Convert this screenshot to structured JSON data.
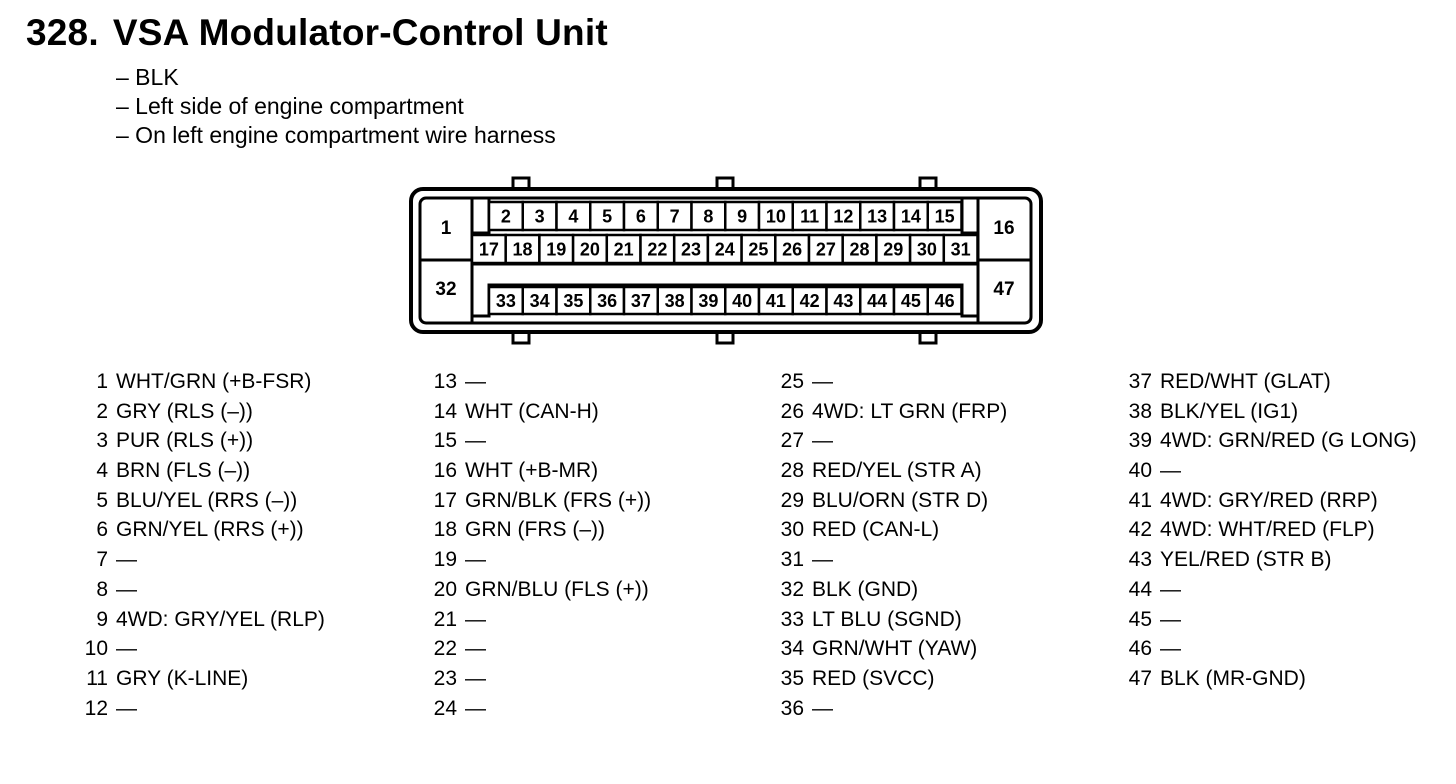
{
  "title": {
    "number": "328.",
    "text": "VSA Modulator-Control Unit"
  },
  "notes": [
    "– BLK",
    "– Left side of engine compartment",
    "– On left engine compartment wire harness"
  ],
  "connector": {
    "corner_pins": [
      "1",
      "16",
      "32",
      "47"
    ],
    "row1": [
      "2",
      "3",
      "4",
      "5",
      "6",
      "7",
      "8",
      "9",
      "10",
      "11",
      "12",
      "13",
      "14",
      "15"
    ],
    "row2": [
      "17",
      "18",
      "19",
      "20",
      "21",
      "22",
      "23",
      "24",
      "25",
      "26",
      "27",
      "28",
      "29",
      "30",
      "31"
    ],
    "row3": [
      "33",
      "34",
      "35",
      "36",
      "37",
      "38",
      "39",
      "40",
      "41",
      "42",
      "43",
      "44",
      "45",
      "46"
    ]
  },
  "pins": [
    [
      {
        "n": "1",
        "d": "WHT/GRN (+B-FSR)"
      },
      {
        "n": "2",
        "d": "GRY (RLS (–))"
      },
      {
        "n": "3",
        "d": "PUR (RLS (+))"
      },
      {
        "n": "4",
        "d": "BRN (FLS (–))"
      },
      {
        "n": "5",
        "d": "BLU/YEL (RRS (–))"
      },
      {
        "n": "6",
        "d": "GRN/YEL (RRS (+))"
      },
      {
        "n": "7",
        "d": "—"
      },
      {
        "n": "8",
        "d": "—"
      },
      {
        "n": "9",
        "d": "4WD: GRY/YEL (RLP)"
      },
      {
        "n": "10",
        "d": "—"
      },
      {
        "n": "11",
        "d": "GRY (K-LINE)"
      },
      {
        "n": "12",
        "d": "—"
      }
    ],
    [
      {
        "n": "13",
        "d": "—"
      },
      {
        "n": "14",
        "d": "WHT (CAN-H)"
      },
      {
        "n": "15",
        "d": "—"
      },
      {
        "n": "16",
        "d": "WHT (+B-MR)"
      },
      {
        "n": "17",
        "d": "GRN/BLK (FRS (+))"
      },
      {
        "n": "18",
        "d": "GRN (FRS (–))"
      },
      {
        "n": "19",
        "d": "—"
      },
      {
        "n": "20",
        "d": "GRN/BLU (FLS (+))"
      },
      {
        "n": "21",
        "d": "—"
      },
      {
        "n": "22",
        "d": "—"
      },
      {
        "n": "23",
        "d": "—"
      },
      {
        "n": "24",
        "d": "—"
      }
    ],
    [
      {
        "n": "25",
        "d": "—"
      },
      {
        "n": "26",
        "d": "4WD: LT GRN (FRP)"
      },
      {
        "n": "27",
        "d": "—"
      },
      {
        "n": "28",
        "d": "RED/YEL (STR A)"
      },
      {
        "n": "29",
        "d": "BLU/ORN (STR D)"
      },
      {
        "n": "30",
        "d": "RED (CAN-L)"
      },
      {
        "n": "31",
        "d": "—"
      },
      {
        "n": "32",
        "d": "BLK (GND)"
      },
      {
        "n": "33",
        "d": "LT BLU (SGND)"
      },
      {
        "n": "34",
        "d": "GRN/WHT (YAW)"
      },
      {
        "n": "35",
        "d": "RED (SVCC)"
      },
      {
        "n": "36",
        "d": "—"
      }
    ],
    [
      {
        "n": "37",
        "d": "RED/WHT (GLAT)"
      },
      {
        "n": "38",
        "d": "BLK/YEL (IG1)"
      },
      {
        "n": "39",
        "d": "4WD: GRN/RED (G LONG)"
      },
      {
        "n": "40",
        "d": "—"
      },
      {
        "n": "41",
        "d": "4WD: GRY/RED (RRP)"
      },
      {
        "n": "42",
        "d": "4WD: WHT/RED (FLP)"
      },
      {
        "n": "43",
        "d": "YEL/RED (STR B)"
      },
      {
        "n": "44",
        "d": "—"
      },
      {
        "n": "45",
        "d": "—"
      },
      {
        "n": "46",
        "d": "—"
      },
      {
        "n": "47",
        "d": "BLK (MR-GND)"
      }
    ]
  ]
}
